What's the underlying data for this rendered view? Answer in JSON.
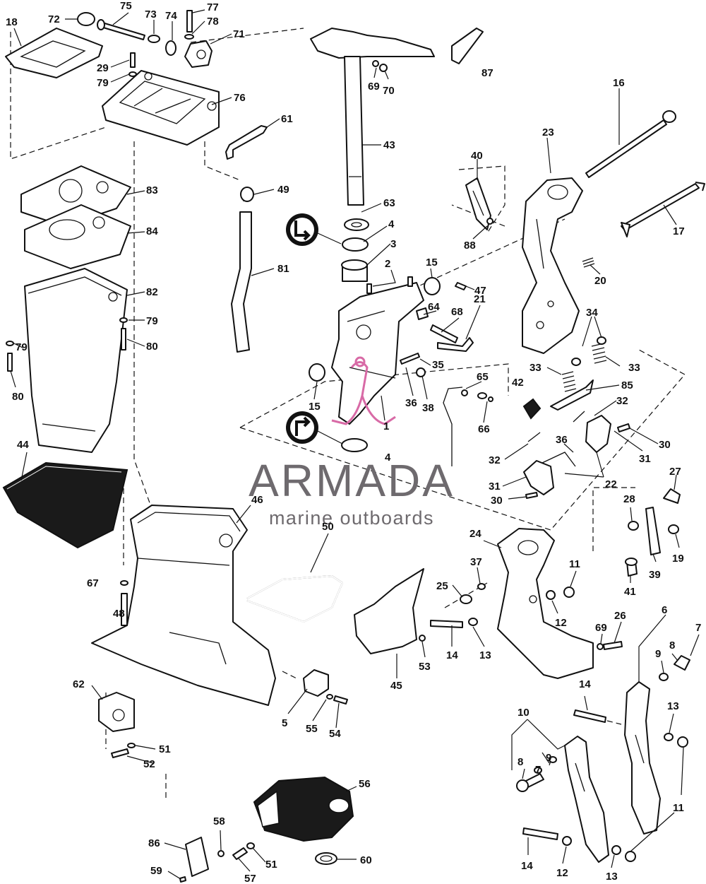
{
  "diagram": {
    "type": "exploded-parts-view",
    "part_numbers": [
      "1",
      "2",
      "3",
      "4",
      "5",
      "6",
      "7",
      "8",
      "9",
      "10",
      "11",
      "12",
      "13",
      "14",
      "15",
      "16",
      "17",
      "18",
      "19",
      "20",
      "21",
      "22",
      "23",
      "24",
      "25",
      "26",
      "27",
      "28",
      "29",
      "30",
      "31",
      "32",
      "33",
      "34",
      "35",
      "36",
      "37",
      "38",
      "39",
      "40",
      "41",
      "42",
      "43",
      "44",
      "45",
      "46",
      "47",
      "48",
      "49",
      "50",
      "51",
      "52",
      "53",
      "54",
      "55",
      "56",
      "57",
      "58",
      "59",
      "60",
      "61",
      "62",
      "63",
      "64",
      "65",
      "66",
      "67",
      "68",
      "69",
      "70",
      "71",
      "72",
      "73",
      "74",
      "75",
      "76",
      "77",
      "78",
      "79",
      "80",
      "81",
      "82",
      "83",
      "84",
      "85",
      "86",
      "87",
      "88"
    ]
  },
  "watermark": {
    "brand": "ARMADA",
    "tagline": "marine outboards",
    "accent_color": "#d86aa6",
    "text_color": "#6e6a6e"
  },
  "legend_icons": {
    "top": "lubrication-point-icon",
    "bottom": "lubrication-point-icon"
  }
}
